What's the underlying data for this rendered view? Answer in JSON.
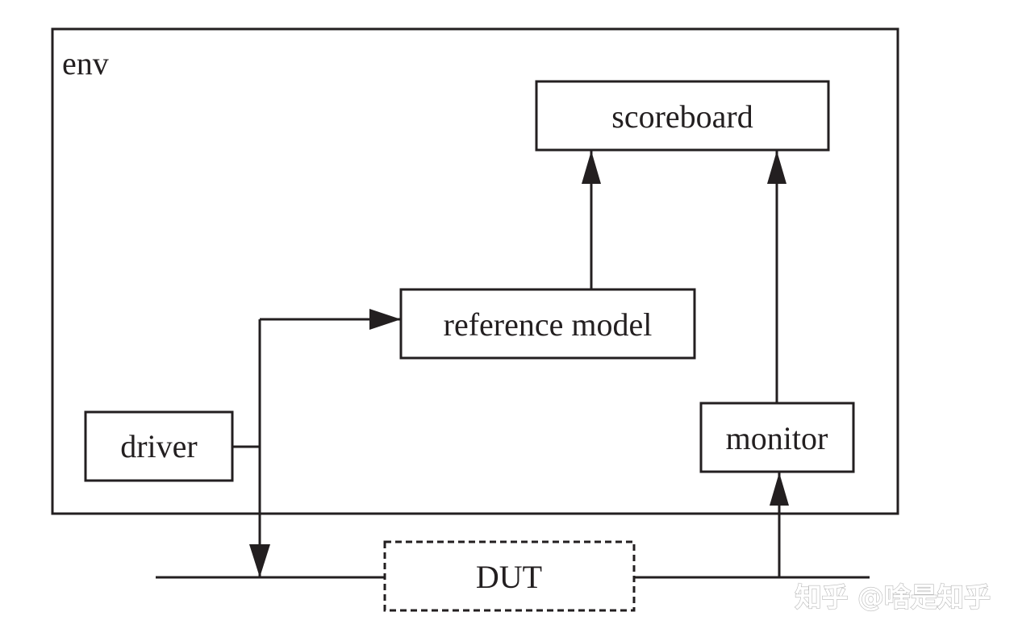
{
  "diagram": {
    "env_label": "env",
    "blocks": {
      "scoreboard": "scoreboard",
      "reference_model": "reference model",
      "driver": "driver",
      "monitor": "monitor",
      "dut": "DUT"
    }
  },
  "watermark": "知乎 @啥是知乎",
  "colors": {
    "line": "#231f20",
    "background": "#ffffff"
  }
}
